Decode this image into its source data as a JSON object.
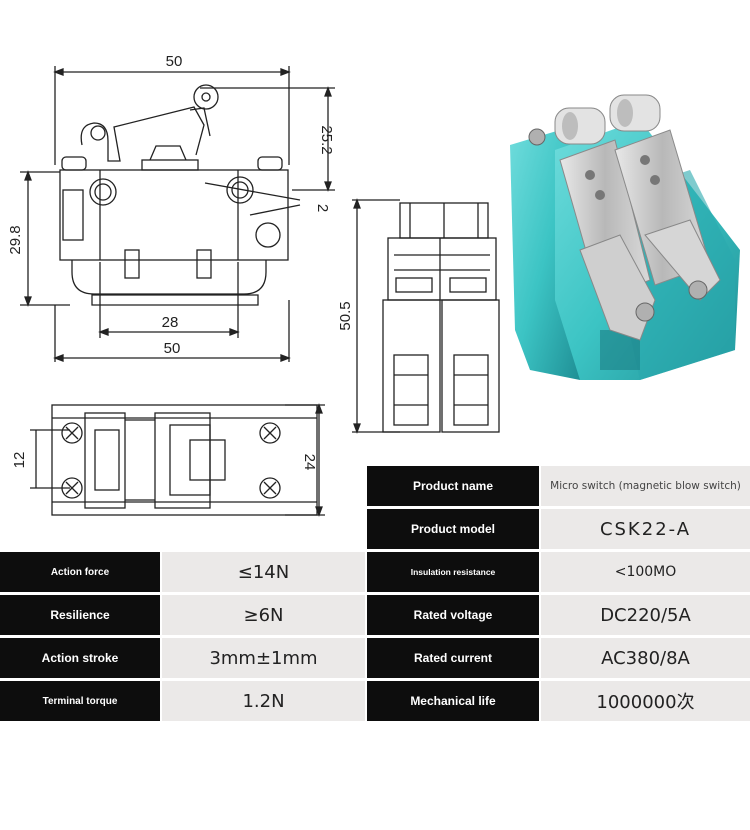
{
  "drawing": {
    "dim_top_width": "50",
    "dim_height_right": "25.2",
    "dim_gap": "2",
    "dim_height_left": "29.8",
    "dim_hole_span": "28",
    "dim_bottom_width": "50",
    "dim_side_height": "50.5",
    "dim_hole_pitch": "12",
    "dim_depth": "24"
  },
  "photo": {
    "body_color": "#3cc4c4",
    "metal_color": "#c9c9c9"
  },
  "specs": {
    "product_name_label": "Product name",
    "product_name_value": "Micro switch (magnetic blow switch)",
    "product_model_label": "Product model",
    "product_model_value": "CSK22-A",
    "action_force_label": "Action force",
    "action_force_value": "≤14N",
    "insulation_label": "Insulation resistance",
    "insulation_value": "<100MO",
    "resilience_label": "Resilience",
    "resilience_value": "≥6N",
    "rated_voltage_label": "Rated voltage",
    "rated_voltage_value": "DC220/5A",
    "action_stroke_label": "Action stroke",
    "action_stroke_value": "3mm±1mm",
    "rated_current_label": "Rated current",
    "rated_current_value": "AC380/8A",
    "terminal_torque_label": "Terminal torque",
    "terminal_torque_value": "1.2N",
    "mechanical_life_label": "Mechanical life",
    "mechanical_life_value": "1000000次"
  }
}
